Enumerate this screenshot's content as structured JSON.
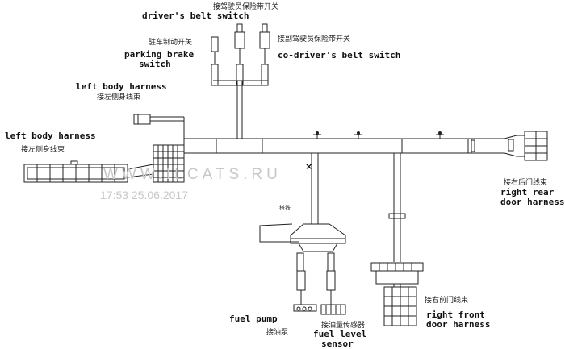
{
  "labels": {
    "drivers_belt_cn": "接驾驶员保险带开关",
    "drivers_belt_en": "driver's belt switch",
    "codriver_belt_cn": "接副驾驶员保险带开关",
    "codriver_belt_en": "co-driver's belt switch",
    "parking_brake_cn": "驻车制动开关",
    "parking_brake_en_1": "parking brake",
    "parking_brake_en_2": "switch",
    "left_body_upper_en": "left body harness",
    "left_body_upper_cn": "接左侧身线束",
    "left_body_lower_en": "left body harness",
    "left_body_lower_cn": "接左侧身线束",
    "right_rear_cn": "接右后门线束",
    "right_rear_en_1": "right rear",
    "right_rear_en_2": "door harness",
    "right_front_cn": "接右前门线束",
    "right_front_en_1": "right front",
    "right_front_en_2": "door harness",
    "ground_cn": "搭铁",
    "fuel_pump_en": "fuel pump",
    "fuel_pump_cn": "接油泵",
    "fuel_level_cn": "接油量传感器",
    "fuel_level_en_1": "fuel level",
    "fuel_level_en_2": "sensor"
  },
  "watermark": {
    "site": "WWW.ILCATS.RU",
    "timestamp": "17:53 25.06.2017"
  }
}
